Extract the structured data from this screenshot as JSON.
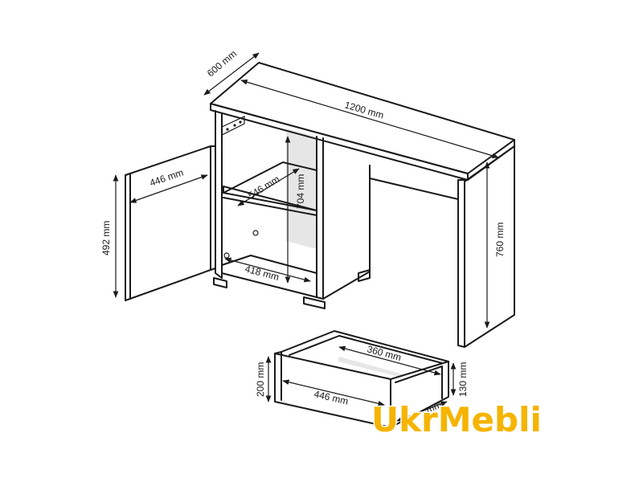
{
  "dimensions": {
    "depth": "600 mm",
    "width": "1200 mm",
    "height": "760 mm",
    "door_width": "446 mm",
    "door_height": "492 mm",
    "shelf_depth": "546 mm",
    "inner_height": "704 mm",
    "inner_width": "418 mm",
    "drawer_inner_width": "360 mm",
    "drawer_front_width": "446 mm",
    "drawer_front_height": "200 mm",
    "drawer_side_height": "130 mm",
    "drawer_depth": "mm"
  },
  "logo": {
    "text": "UkrMebli",
    "color": "#f5b400"
  }
}
